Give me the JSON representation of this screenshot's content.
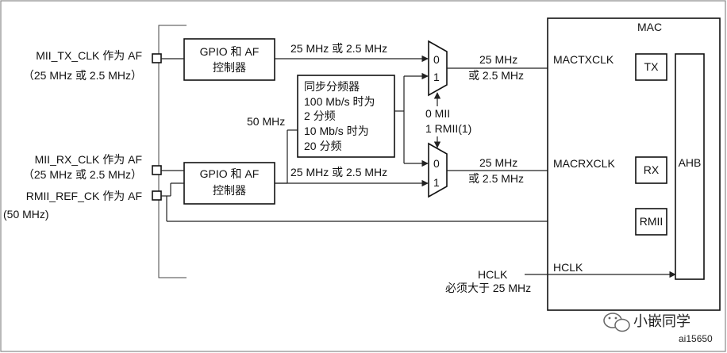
{
  "pins": {
    "mii_tx_clk": {
      "line1": "MII_TX_CLK 作为 AF",
      "line2": "（25 MHz 或 2.5 MHz）"
    },
    "mii_rx_clk": {
      "line1": "MII_RX_CLK 作为 AF",
      "line2": "（25 MHz 或 2.5 MHz）"
    },
    "rmii_ref_ck": {
      "line1": "RMII_REF_CK 作为 AF",
      "line2": "(50 MHz)"
    }
  },
  "gpio_blocks": {
    "line1": "GPIO 和 AF",
    "line2": "控制器"
  },
  "divider": {
    "lines": [
      "同步分频器",
      "100 Mb/s 时为",
      "2 分频",
      "10 Mb/s 时为",
      "20 分频"
    ]
  },
  "signals": {
    "tx_path_freq": "25 MHz 或 2.5 MHz",
    "rx_path_freq": "25 MHz 或 2.5 MHz",
    "fifty_mhz": "50 MHz",
    "mux_out_line1": "25 MHz",
    "mux_out_line2": "或 2.5 MHz",
    "mux_in_0": "0",
    "mux_in_1": "1",
    "select_line1": "0 MII",
    "select_line2": "1 RMII(1)"
  },
  "mac": {
    "title": "MAC",
    "macctxclk": "MACTXCLK",
    "macrxclk": "MACRXCLK",
    "hclk_inner": "HCLK",
    "tx_box": "TX",
    "rx_box": "RX",
    "rmii_box": "RMII",
    "ahb_box": "AHB"
  },
  "hclk": {
    "label": "HCLK",
    "note": "必须大于 25 MHz"
  },
  "footer": {
    "watermark": "小嵌同学",
    "figure_id": "ai15650"
  }
}
